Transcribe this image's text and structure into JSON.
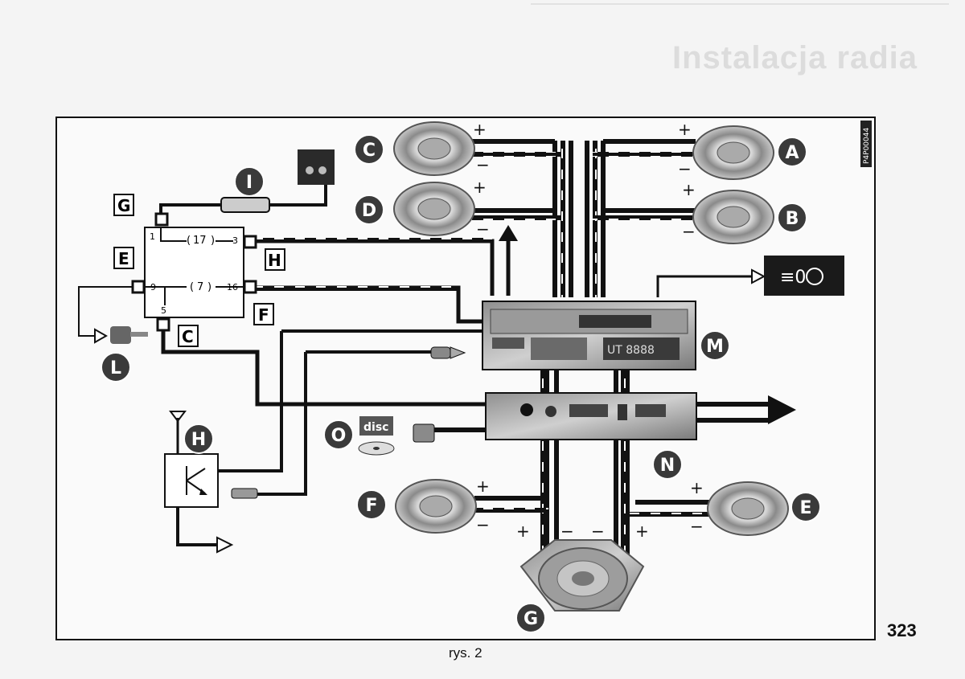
{
  "header": {
    "title": "Instalacja radia"
  },
  "page_number": "323",
  "figure": {
    "caption": "rys. 2",
    "code": "P4P00044",
    "callouts": {
      "A": "A",
      "B": "B",
      "C": "C",
      "D": "D",
      "E": "E",
      "F": "F",
      "G": "G",
      "H": "H",
      "I": "I",
      "L": "L",
      "M": "M",
      "N": "N",
      "O": "O"
    },
    "connector_tags": {
      "G": "G",
      "E": "E",
      "H": "H",
      "F": "F",
      "C": "C"
    },
    "pins": {
      "p1": "1",
      "p17": "17",
      "p3": "3",
      "p9": "9",
      "p7": "7",
      "p16": "16",
      "p5": "5"
    },
    "polarity": {
      "plus": "+",
      "minus": "−"
    },
    "disc_text": "disc"
  },
  "colors": {
    "wire": "#1a1a1a",
    "panel": "#ffffff",
    "badge": "#3a3a3a",
    "badge_text": "#ffffff"
  }
}
